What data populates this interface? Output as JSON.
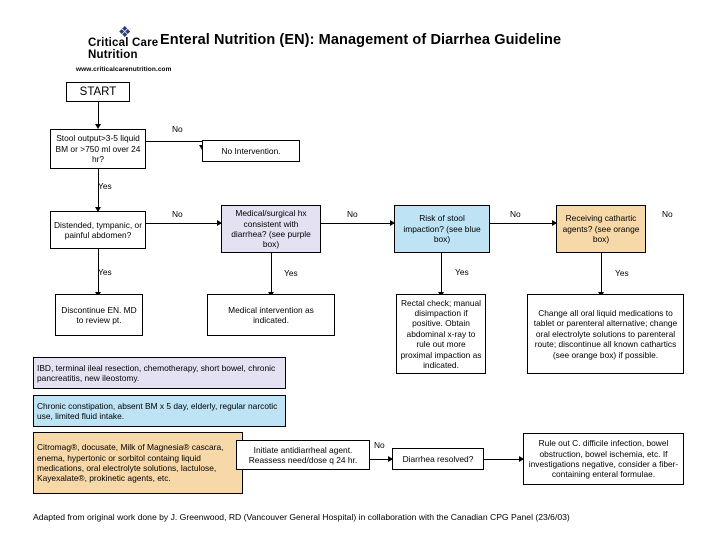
{
  "header": {
    "title": "Enteral Nutrition (EN): Management of Diarrhea Guideline",
    "logo_line1": "Critical Care",
    "logo_line2": "Nutrition",
    "logo_url": "www.criticalcarenutrition.com",
    "logo_mark": "❖"
  },
  "nodes": {
    "start": "START",
    "stool_output": "Stool output>3-5 liquid BM or >750 ml over 24 hr?",
    "no_intervention": "No Intervention.",
    "distended": "Distended, tympanic, or painful abdomen?",
    "medical_surgical": "Medical/surgical  hx consistent with diarrhea? (see purple box)",
    "risk_impaction": "Risk of stool impaction? (see blue box)",
    "receiving_cathartic": "Receiving cathartic agents? (see orange box)",
    "discontinue": "Discontinue EN. MD to review pt.",
    "medical_intervention": "Medical intervention as indicated.",
    "rectal_check": "Rectal check; manual disimpaction if positive. Obtain abdominal x-ray to rule out more proximal impaction as indicated.",
    "change_oral": "Change all oral liquid medications to tablet or parenteral alternative; change oral electrolyte solutions to parenteral route; discontinue all known cathartics (see orange box) if possible.",
    "purple_note": "IBD, terminal ileal resection, chemotherapy, short bowel, chronic pancreatitis, new ileostomy.",
    "blue_note": "Chronic constipation, absent BM x 5 day, elderly, regular narcotic use,  limited fluid intake.",
    "orange_note": "Citromag®, docusate, Milk of Magnesia® cascara, enema, hypertonic or sorbitol containg  liquid medications, oral electrolyte  solutions, lactulose, Kayexalate®, prokinetic agents, etc.",
    "initiate": "Initiate antidiarrheal agent. Reassess need/dose q 24 hr.",
    "diarrhea_resolved": "Diarrhea resolved?",
    "rule_out": "Rule out C. difficile infection, bowel obstruction, bowel ischemia, etc. If investigations negative, consider a fiber- containing enteral formulae."
  },
  "edges": {
    "no_1": "No",
    "yes_1": "Yes",
    "no_2": "No",
    "yes_2": "Yes",
    "no_3": "No",
    "yes_3": "Yes",
    "no_4": "No",
    "yes_4": "Yes",
    "no_5": "No",
    "yes_5": "Yes",
    "no_6": "No"
  },
  "footer": "Adapted from original work done by J. Greenwood, RD (Vancouver General Hospital) in collaboration with the Canadian CPG Panel (23/6/03)"
}
